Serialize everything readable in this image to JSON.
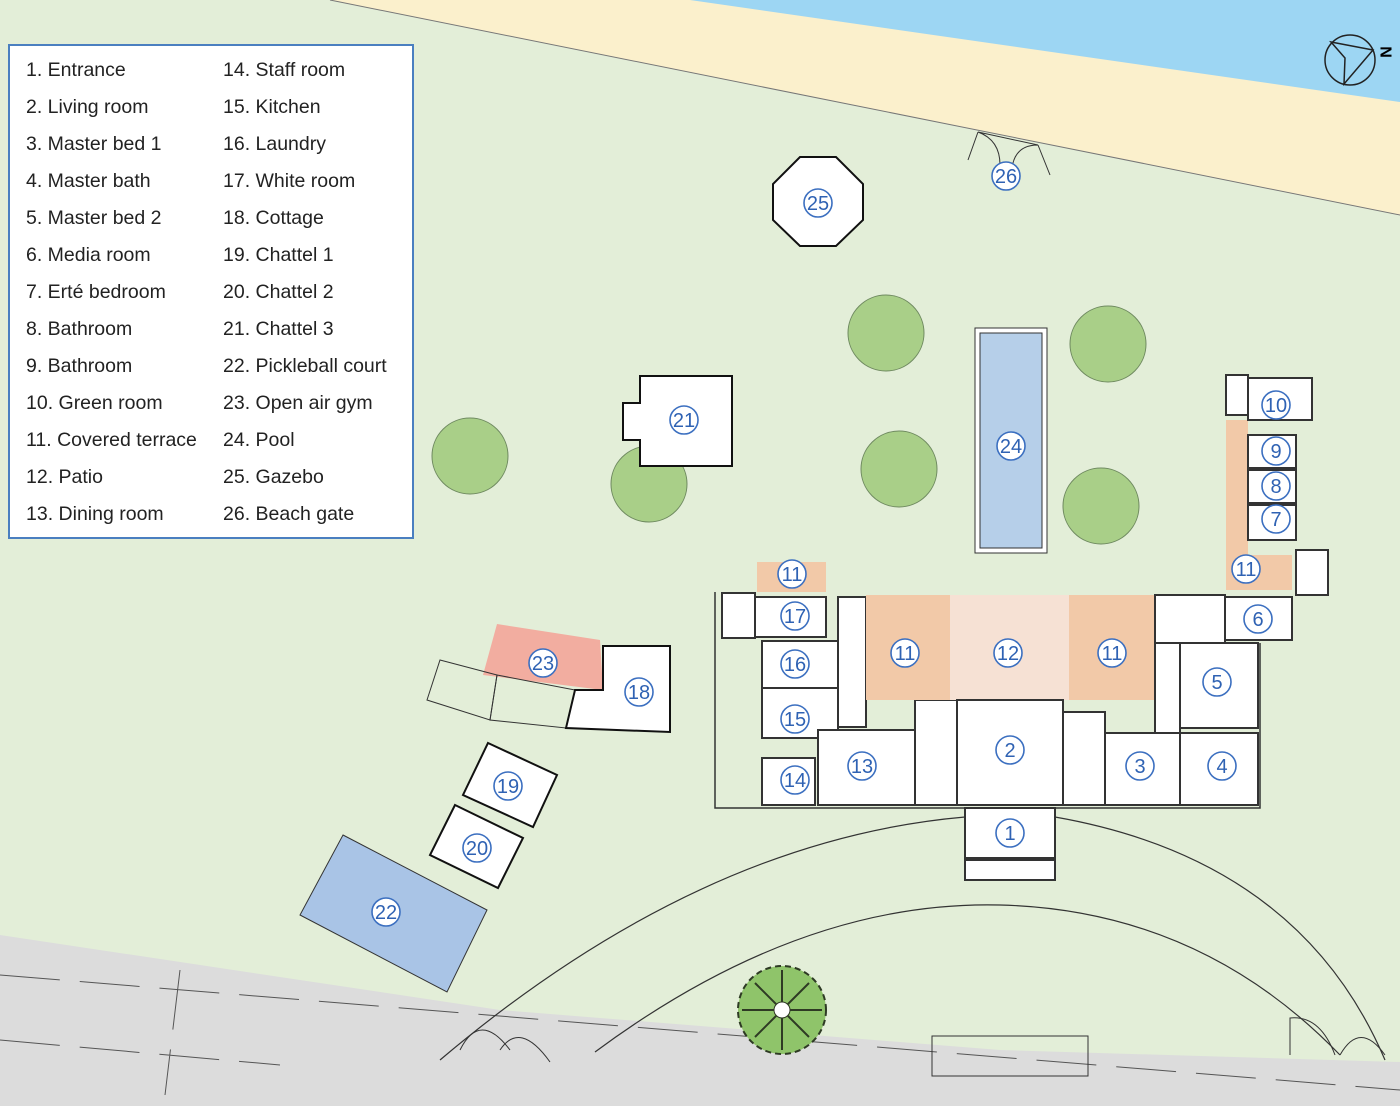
{
  "legend": {
    "items": [
      "1. Entrance",
      "2. Living room",
      "3. Master bed 1",
      "4. Master bath",
      "5. Master bed 2",
      "6. Media room",
      "7. Erté bedroom",
      "8. Bathroom",
      "9. Bathroom",
      "10. Green room",
      "11. Covered terrace",
      "12. Patio",
      "13. Dining room",
      "14. Staff room",
      "15. Kitchen",
      "16. Laundry",
      "17. White room",
      "18. Cottage",
      "19. Chattel 1",
      "20. Chattel 2",
      "21. Chattel 3",
      "22. Pickleball court",
      "23. Open air gym",
      "24. Pool",
      "25. Gazebo",
      "26. Beach gate"
    ]
  },
  "markers": [
    "1",
    "2",
    "3",
    "4",
    "5",
    "6",
    "7",
    "8",
    "9",
    "10",
    "11",
    "11",
    "11",
    "11",
    "12",
    "13",
    "14",
    "15",
    "16",
    "17",
    "18",
    "19",
    "20",
    "21",
    "22",
    "23",
    "24",
    "25",
    "26"
  ],
  "compass": {
    "label": "N",
    "icon": "north-arrow-icon"
  },
  "colors": {
    "sea": "#9dd6f3",
    "sand": "#fbf0cc",
    "lawn": "#e3eed8",
    "road": "#dcdcdc",
    "terrace": "#f2c9a8",
    "patio": "#f6e1d4",
    "gym": "#f2ada0",
    "court": "#a9c4e6",
    "pool": "#b6cfe9",
    "tree": "#a9cf88",
    "marker": "#3b6fc0"
  }
}
